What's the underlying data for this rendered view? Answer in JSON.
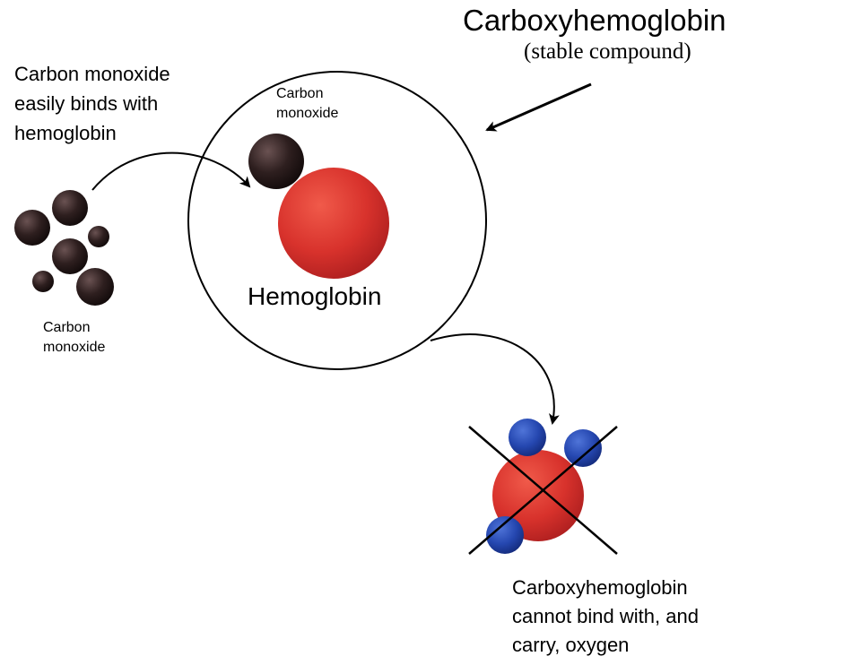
{
  "title": "Carboxyhemoglobin",
  "subtitle": "(stable compound)",
  "intro_lines": [
    "Carbon monoxide",
    "easily binds with",
    "hemoglobin"
  ],
  "inner_label_lines": [
    "Carbon",
    "monoxide"
  ],
  "cluster_label_lines": [
    "Carbon",
    "monoxide"
  ],
  "hemoglobin_label": "Hemoglobin",
  "result_lines": [
    "Carboxyhemoglobin",
    "cannot bind with, and",
    "carry, oxygen"
  ],
  "colors": {
    "carbon_monoxide": "#2e1f1f",
    "hemoglobin": "#d8322c",
    "oxygen": "#2547b0",
    "line": "#000000"
  }
}
